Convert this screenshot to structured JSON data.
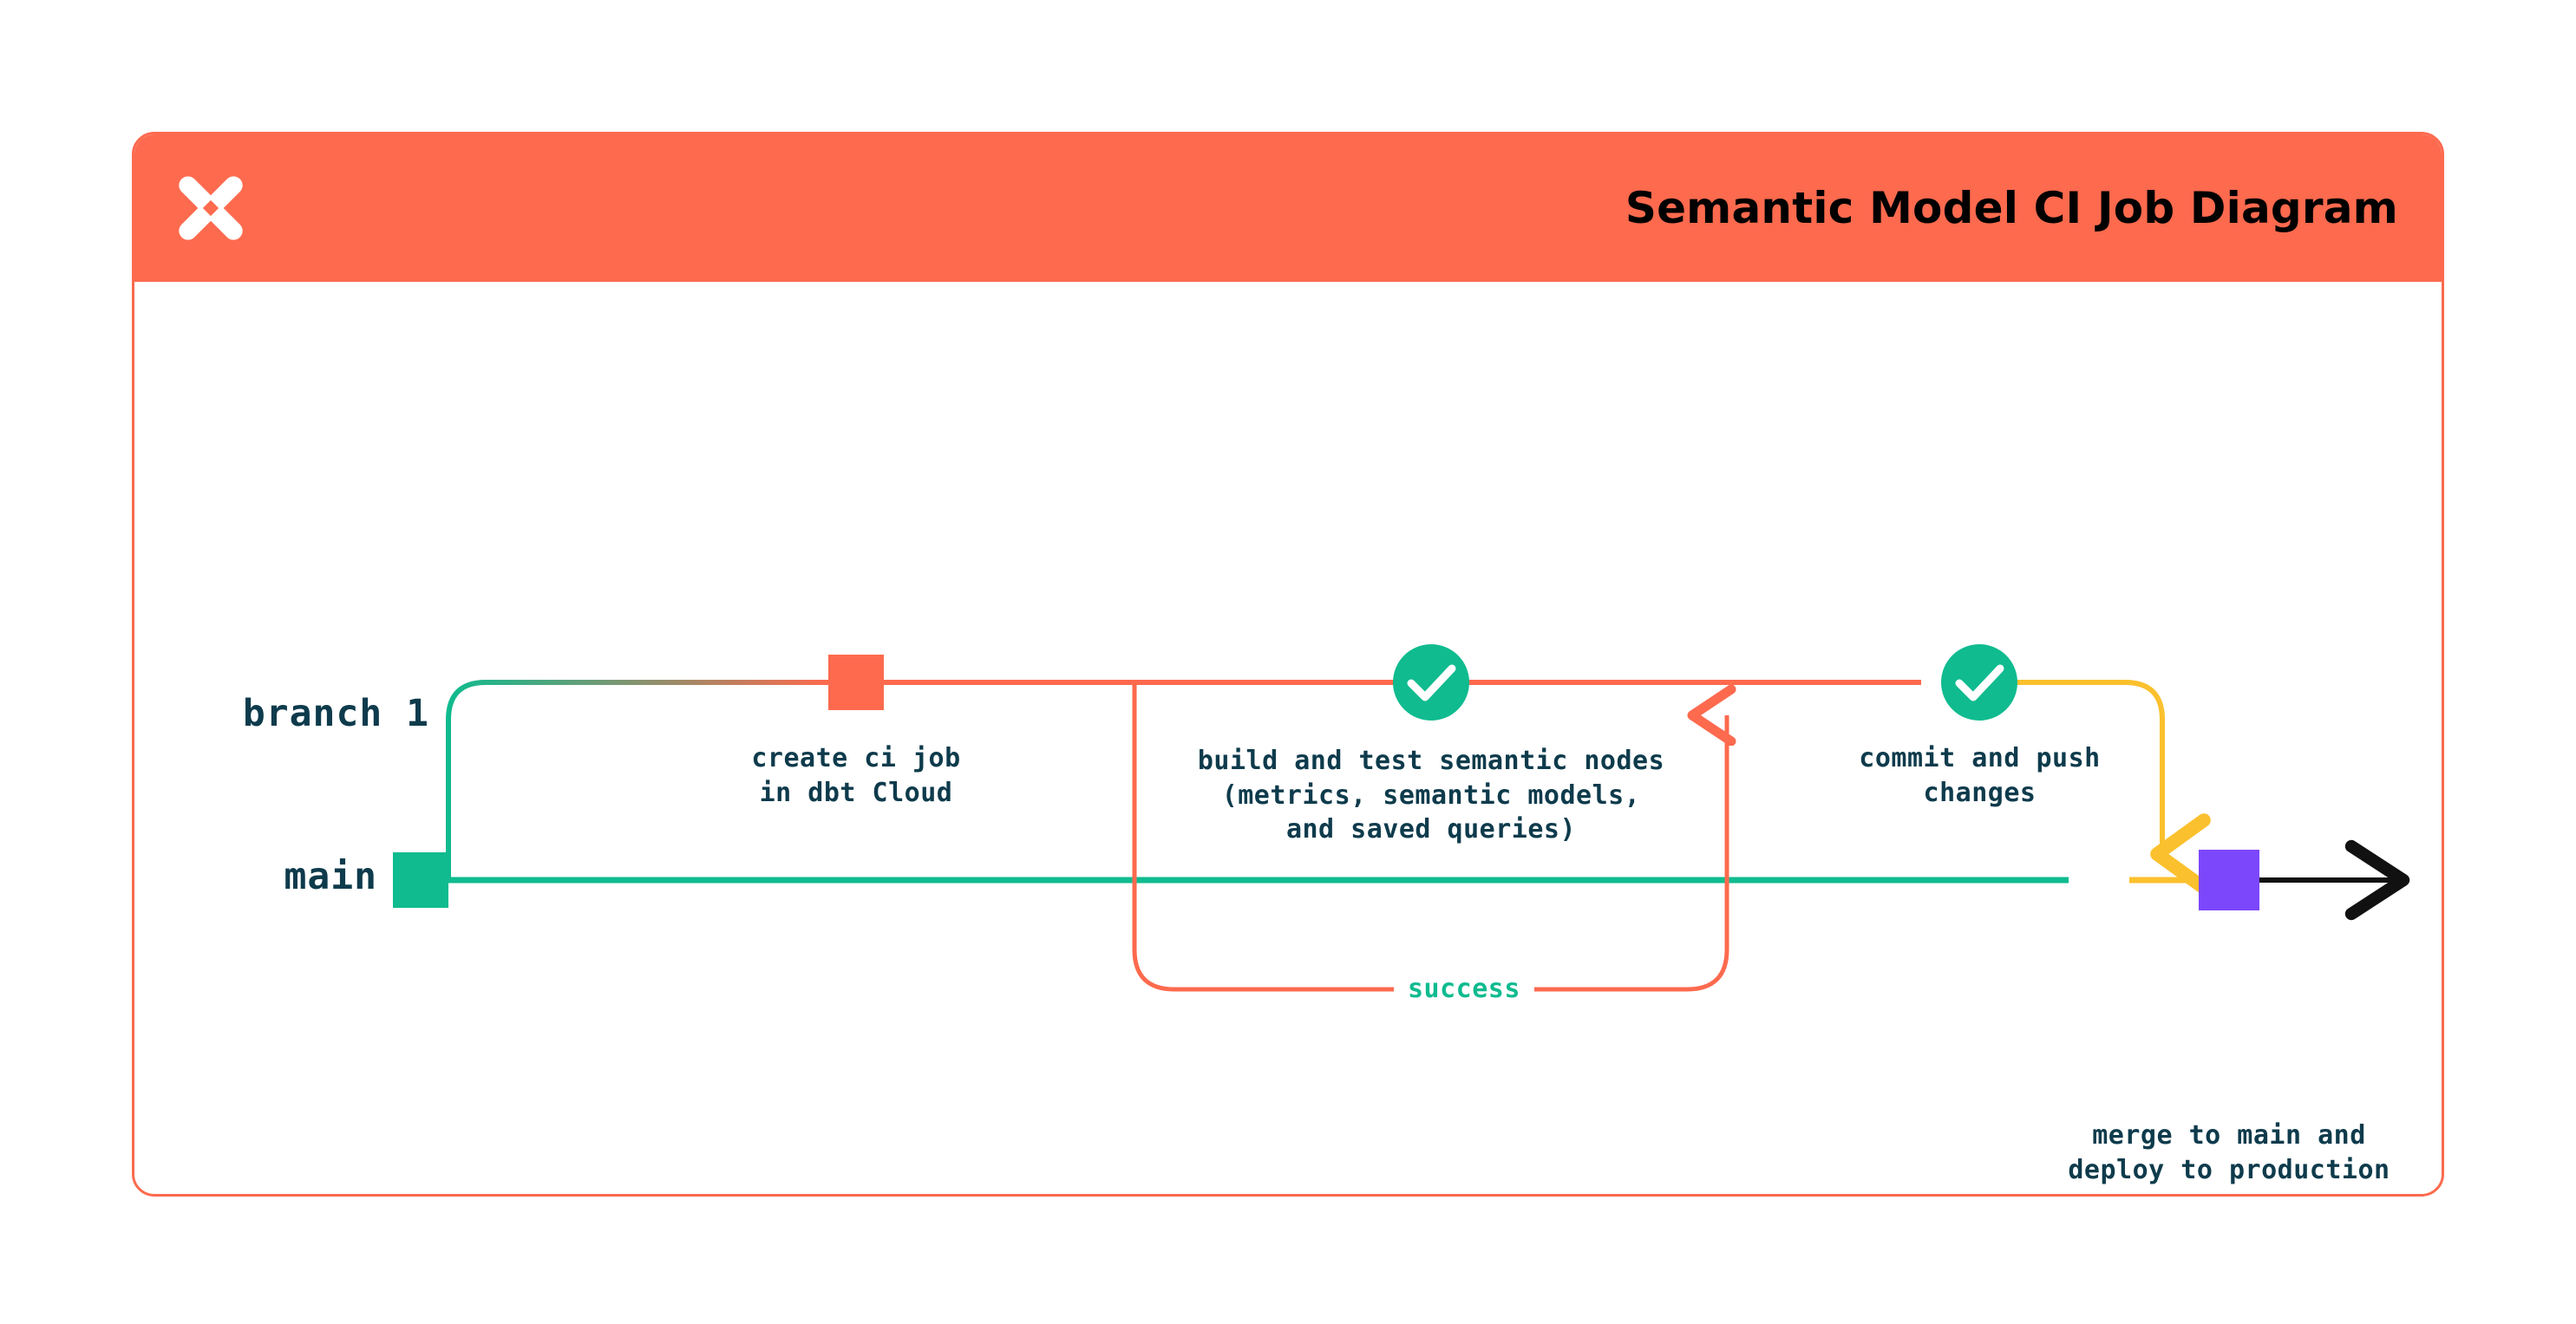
{
  "header": {
    "title": "Semantic Model CI Job Diagram",
    "logo_icon": "dbt-logo-icon",
    "background_color": "#FD6A4E",
    "title_color": "#000000"
  },
  "card": {
    "border_color": "#FD6A4E",
    "background_color": "#FFFFFF"
  },
  "diagram": {
    "type": "git-branch-flow",
    "branches": [
      {
        "id": "branch-1",
        "name": "branch 1",
        "color": "#FD6A4E",
        "label_color": "#0E3B4C"
      },
      {
        "id": "main",
        "name": "main",
        "color": "#0FBB8F",
        "label_color": "#0E3B4C"
      }
    ],
    "nodes": [
      {
        "id": "create-ci-job",
        "shape": "square",
        "color": "#FD6A4E",
        "branch": "branch-1",
        "label": "create ci job\nin dbt Cloud"
      },
      {
        "id": "build-and-test",
        "shape": "check-circle",
        "color": "#0FBB8F",
        "icon": "check-icon",
        "branch": "branch-1",
        "label": "build and test semantic nodes\n(metrics, semantic models,\nand saved queries)"
      },
      {
        "id": "commit-and-push",
        "shape": "check-circle",
        "color": "#0FBB8F",
        "icon": "check-icon",
        "branch": "branch-1",
        "label": "commit and push\nchanges"
      },
      {
        "id": "main-start",
        "shape": "square",
        "color": "#0FBB8F",
        "branch": "main",
        "label": ""
      },
      {
        "id": "merge-to-main",
        "shape": "square",
        "color": "#7C47FB",
        "branch": "main",
        "label": "merge to main and\ndeploy to production"
      }
    ],
    "edges": [
      {
        "id": "loop-success",
        "from": "build-and-test",
        "to": "branch-1",
        "label": "success",
        "label_color": "#0FBB8F",
        "color": "#FD6A4E",
        "arrow": "up"
      },
      {
        "id": "merge-edge",
        "from": "commit-and-push",
        "to": "merge-to-main",
        "color": "#FBC02D",
        "arrow": "down"
      },
      {
        "id": "main-continue",
        "from": "merge-to-main",
        "to": "production",
        "color": "#111111",
        "arrow": "right"
      }
    ],
    "colors": {
      "orange": "#FD6A4E",
      "green": "#0FBB8F",
      "yellow": "#FBC02D",
      "purple": "#7C47FB",
      "navy": "#0E3B4C",
      "black": "#111111"
    }
  }
}
